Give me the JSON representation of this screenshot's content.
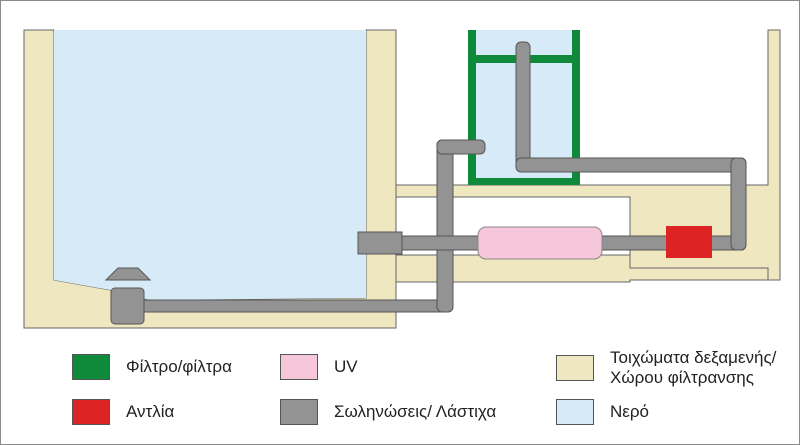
{
  "colors": {
    "filter": "#0e8a3a",
    "uv": "#f6c6da",
    "walls": "#efe7c0",
    "pump": "#dd2323",
    "pipes": "#939393",
    "water": "#d6eaf8"
  },
  "legend": {
    "filter": {
      "label": "Φίλτρο/φίλτρα"
    },
    "uv": {
      "label": "UV"
    },
    "walls": {
      "label_line1": "Τοιχώματα δεξαμενής/",
      "label_line2": "Χώρου φίλτρανσης"
    },
    "pump": {
      "label": "Αντλία"
    },
    "pipes": {
      "label": "Σωληνώσεις/ Λάστιχα"
    },
    "water": {
      "label": "Νερό"
    }
  }
}
